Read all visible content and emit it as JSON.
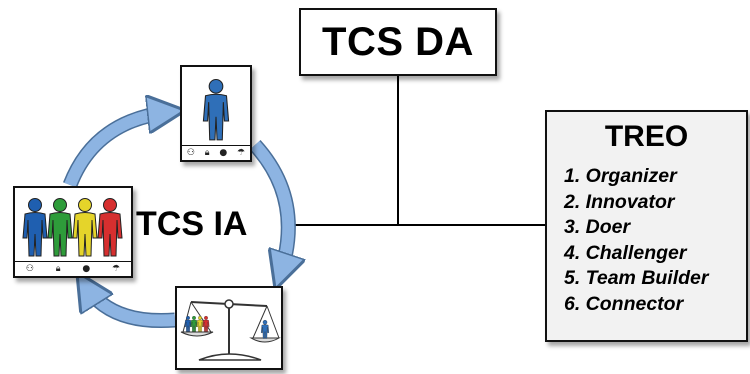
{
  "tcs_da": {
    "label": "TCS DA"
  },
  "tcs_ia": {
    "label": "TCS IA"
  },
  "treo": {
    "title": "TREO",
    "roles": [
      "1. Organizer",
      "2. Innovator",
      "3. Doer",
      "4. Challenger",
      "5. Team Builder",
      "6. Connector"
    ]
  },
  "team_colors": [
    "#1f5fb0",
    "#2e9c3a",
    "#e5d42a",
    "#d62f2f"
  ],
  "person_color": "#2f6fb8",
  "arrow_color": "#8db4e2",
  "card_icons": [
    "people-icon",
    "lock-icon",
    "head-gear-icon",
    "umbrella-icon"
  ]
}
